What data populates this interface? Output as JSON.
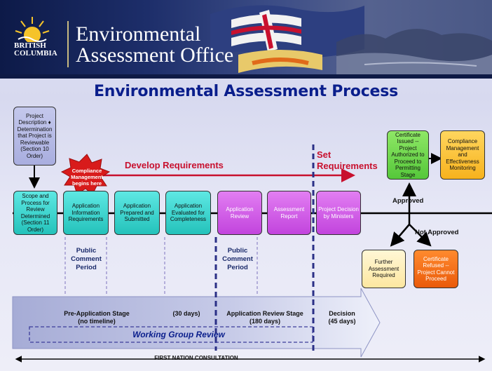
{
  "header": {
    "province_name": "BRITISH COLUMBIA",
    "office_line1": "Environmental",
    "office_line2": "Assessment Office"
  },
  "title": "Environmental Assessment Process",
  "boxes": {
    "project_description": "Project Description ♦ Determination that Project is Reviewable (Section 10 Order)",
    "scope": "Scope and Process for Review Determined (Section 11 Order)",
    "app_info": "Application Information Requirements",
    "app_prepared": "Application Prepared and Submitted",
    "app_evaluated": "Application Evaluated for Completeness",
    "app_review": "Application Review",
    "assessment_report": "Assessment Report",
    "project_decision": "Project Decision by Ministers",
    "certificate_issued": "Certificate Issued -- Project Authorized to Proceed to Permitting Stage",
    "compliance": "Compliance Management and Effectiveness Monitoring",
    "further": "Further Assessment Required",
    "refused": "Certificate Refused -- Project Cannot Proceed"
  },
  "labels": {
    "compliance_star": "Compliance Management begins here",
    "develop": "Develop Requirements",
    "set": "Set Requirements",
    "approved": "Approved",
    "not_approved": "Not Approved",
    "public_comment_1": "Public Comment Period",
    "public_comment_2": "Public Comment Period"
  },
  "stages": {
    "pre_app": "Pre-Application Stage",
    "pre_app_sub": "(no timeline)",
    "thirty": "(30 days)",
    "review": "Application Review Stage",
    "review_sub": "(180 days)",
    "decision": "Decision",
    "decision_sub": "(45 days)"
  },
  "working_group": "Working Group Review",
  "first_nation": "FIRST NATION CONSULTATION",
  "colors": {
    "title": "#0a1e8c",
    "red": "#c8102e",
    "teal": "#2fd0c9",
    "purple": "#cc55e6"
  }
}
